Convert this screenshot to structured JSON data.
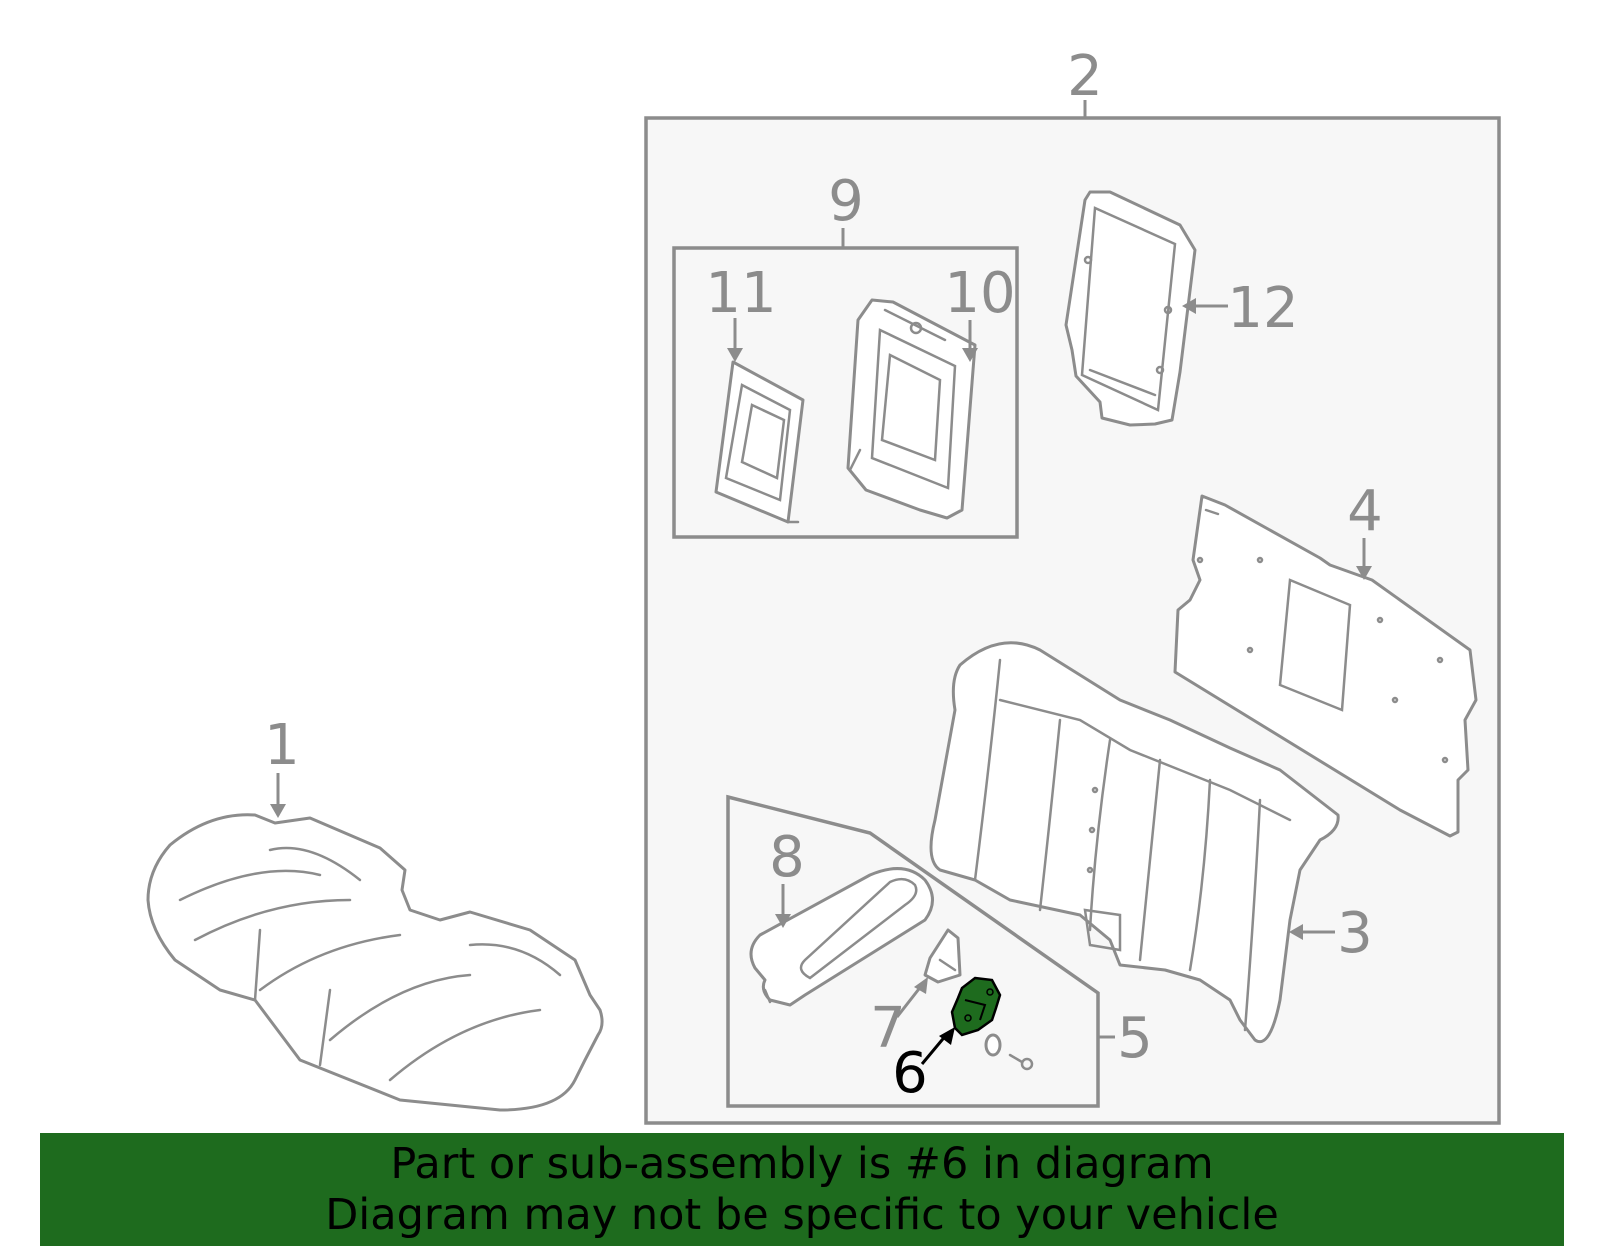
{
  "callouts": {
    "c1": "1",
    "c2": "2",
    "c3": "3",
    "c4": "4",
    "c5": "5",
    "c6": "6",
    "c7": "7",
    "c8": "8",
    "c9": "9",
    "c10": "10",
    "c11": "11",
    "c12": "12"
  },
  "highlight": {
    "part_number": "6",
    "color": "#1e6b1e"
  },
  "colors": {
    "line": "#8c8c8c",
    "assembly_fill": "#f7f7f7",
    "banner": "#1e6b1e"
  },
  "banner": {
    "line1": "Part or sub-assembly is #6 in diagram",
    "line2": "Diagram may not be specific to your vehicle"
  }
}
